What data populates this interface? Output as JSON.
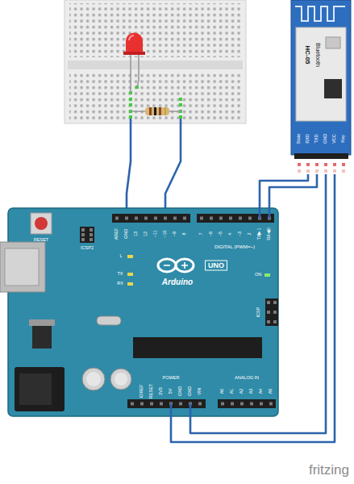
{
  "diagram": {
    "nodes": [
      {
        "text": [
          "HC-05",
          "Bluetooth",
          "State",
          "RXD",
          "TXD",
          "GND",
          "VCC",
          "Key"
        ]
      },
      {
        "text": [
          "RESET",
          "ICSP2",
          "AREF",
          "GND",
          "13",
          "12",
          "~11",
          "~10",
          "~9",
          "8",
          "7",
          "~6",
          "~5",
          "4",
          "~3",
          "2",
          "TX▶1",
          "RX◀0",
          "DIGITAL (PWM=~)",
          "L",
          "TX",
          "RX",
          "UNO",
          "Arduino",
          "ON",
          "ICSP",
          "IOREF",
          "RESET",
          "3V3",
          "5V",
          "GND",
          "GND",
          "VIN",
          "POWER",
          "A0",
          "A1",
          "A2",
          "A3",
          "A4",
          "A5",
          "ANALOG IN"
        ]
      }
    ],
    "edges": [
      {
        "from": 0,
        "to": 1,
        "arrow": "none"
      },
      {
        "from": 0,
        "to": 1,
        "arrow": "none"
      },
      {
        "from": 0,
        "to": 1,
        "arrow": "none"
      },
      {
        "from": 0,
        "to": 1,
        "arrow": "none"
      }
    ],
    "labels": [
      "fritzing"
    ]
  }
}
